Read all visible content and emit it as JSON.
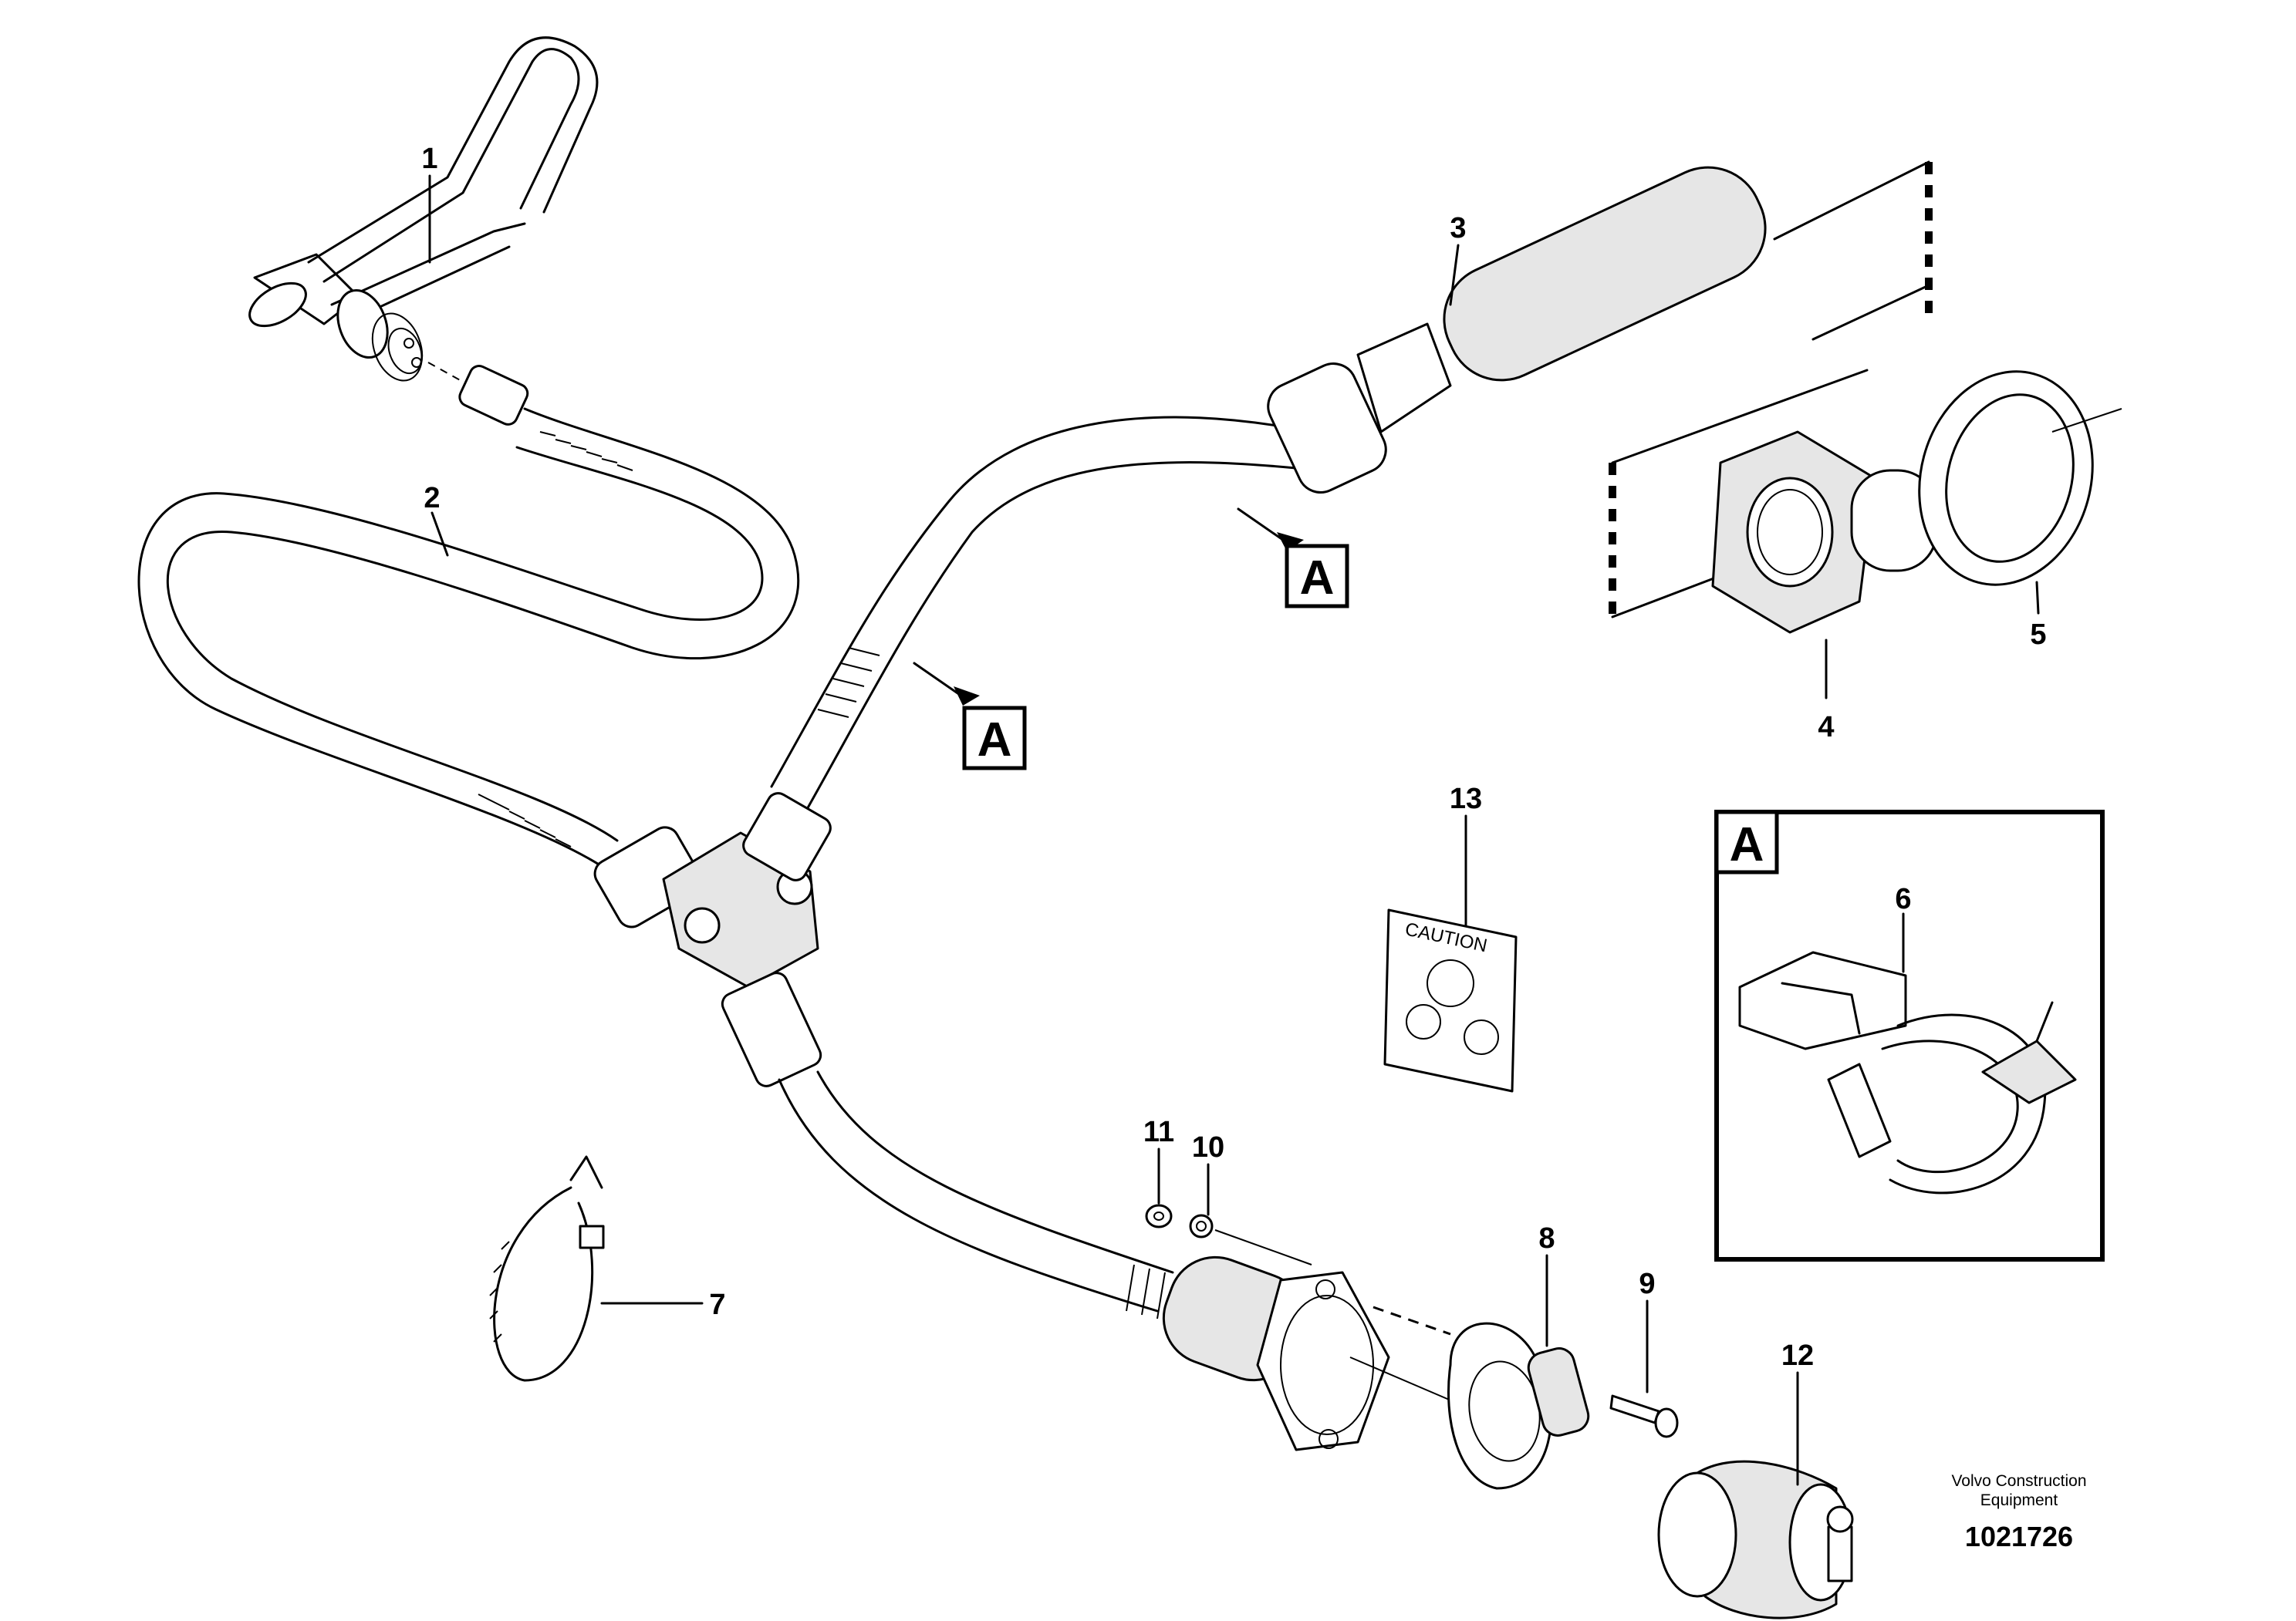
{
  "callouts": {
    "c1": "1",
    "c2": "2",
    "c3": "3",
    "c4": "4",
    "c5": "5",
    "c6": "6",
    "c7": "7",
    "c8": "8",
    "c9": "9",
    "c10": "10",
    "c11": "11",
    "c12": "12",
    "c13": "13"
  },
  "detail_refs": {
    "ref_a_upper": "A",
    "ref_a_mid": "A",
    "inset_label": "A"
  },
  "caution_label": "CAUTION",
  "footer": {
    "company_line1": "Volvo Construction",
    "company_line2": "Equipment",
    "drawing_number": "1021726"
  },
  "colors": {
    "line": "#000000",
    "background": "#ffffff",
    "shade": "#e6e6e6"
  }
}
